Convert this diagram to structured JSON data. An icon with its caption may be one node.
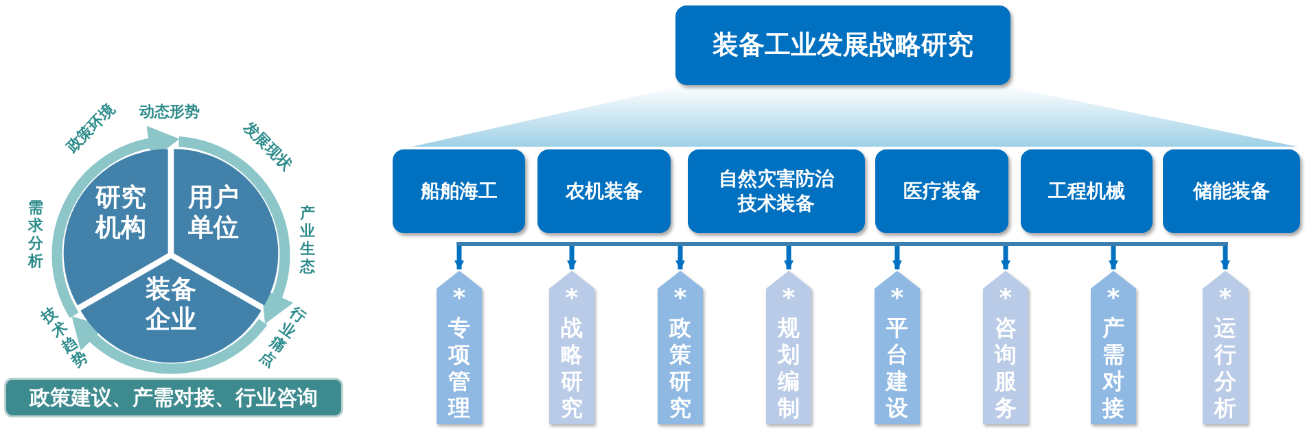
{
  "diagram": {
    "nodes": [
      {
        "text": [
          "装备工业发展战略研究"
        ]
      },
      {
        "text": [
          "船舶海工"
        ]
      },
      {
        "text": [
          "农机装备"
        ]
      },
      {
        "text": [
          "自然灾害防治技术装备"
        ]
      },
      {
        "text": [
          "医疗装备"
        ]
      },
      {
        "text": [
          "工程机械"
        ]
      },
      {
        "text": [
          "储能装备"
        ]
      },
      {
        "text": [],
        "shape": "bar"
      },
      {
        "text": [
          "*",
          "专项管理"
        ]
      },
      {
        "text": [
          "*",
          "战略研究"
        ]
      },
      {
        "text": [
          "*",
          "政策研究"
        ]
      },
      {
        "text": [
          "*",
          "规划编制"
        ]
      },
      {
        "text": [
          "*",
          "平台建设"
        ]
      },
      {
        "text": [
          "*",
          "咨询服务"
        ]
      },
      {
        "text": [
          "*",
          "产需对接"
        ]
      },
      {
        "text": [
          "*",
          "运行分析"
        ]
      },
      {
        "text": [
          "研究机构"
        ]
      },
      {
        "text": [
          "用户单位"
        ]
      },
      {
        "text": [
          "装备企业"
        ]
      },
      {
        "text": [
          "政策建议、产需对接、行业咨询"
        ]
      }
    ],
    "edges": [
      {
        "from": 0,
        "to": 1,
        "arrow": "none"
      },
      {
        "from": 0,
        "to": 2,
        "arrow": "none"
      },
      {
        "from": 0,
        "to": 3,
        "arrow": "none"
      },
      {
        "from": 0,
        "to": 4,
        "arrow": "none"
      },
      {
        "from": 0,
        "to": 5,
        "arrow": "none"
      },
      {
        "from": 0,
        "to": 6,
        "arrow": "none"
      },
      {
        "from": 7,
        "to": 8,
        "arrow": "to"
      },
      {
        "from": 7,
        "to": 9,
        "arrow": "to"
      },
      {
        "from": 7,
        "to": 10,
        "arrow": "to"
      },
      {
        "from": 7,
        "to": 11,
        "arrow": "to"
      },
      {
        "from": 7,
        "to": 12,
        "arrow": "to"
      },
      {
        "from": 7,
        "to": 13,
        "arrow": "to"
      },
      {
        "from": 7,
        "to": 14,
        "arrow": "to"
      },
      {
        "from": 7,
        "to": 15,
        "arrow": "to"
      },
      {
        "from": 16,
        "to": 17,
        "arrow": "to",
        "style": "thick",
        "color": "#8cc6c8"
      },
      {
        "from": 17,
        "to": 18,
        "arrow": "to",
        "style": "thick",
        "color": "#8cc6c8"
      },
      {
        "from": 18,
        "to": 16,
        "arrow": "to",
        "style": "thick",
        "color": "#8cc6c8"
      }
    ],
    "labels": [
      "动态形势",
      "政策环境",
      "发展现状",
      "需求分析",
      "产业生态",
      "技术趋势",
      "行业痛点"
    ]
  }
}
